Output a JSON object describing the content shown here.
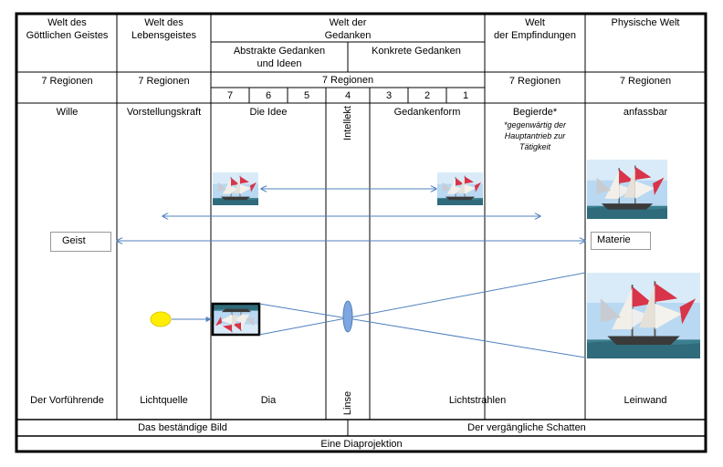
{
  "headers": {
    "divine": [
      "Welt des",
      "Göttlichen Geistes"
    ],
    "life": [
      "Welt des",
      "Lebensgeistes"
    ],
    "thought": [
      "Welt der",
      "Gedanken"
    ],
    "abstract": [
      "Abstrakte Gedanken",
      "und Ideen"
    ],
    "concrete": "Konkrete Gedanken",
    "feeling": [
      "Welt",
      "der Empfindungen"
    ],
    "physical": "Physische Welt"
  },
  "regions": {
    "divine": "7 Regionen",
    "life": "7 Regionen",
    "thought": "7 Regionen",
    "feeling": "7 Regionen",
    "physical": "7 Regionen"
  },
  "region_numbers": [
    "7",
    "6",
    "5",
    "4",
    "3",
    "2",
    "1"
  ],
  "attributes": {
    "will": "Wille",
    "imagination": "Vorstellungskraft",
    "idea": "Die Idee",
    "intellect": "Intellekt",
    "thought_form": "Gedankenform",
    "desire": "Begierde*",
    "desire_note": [
      "*gegenwärtig der",
      "Hauptantrieb zur",
      "Tätigkeit"
    ],
    "tangible": "anfassbar"
  },
  "labels": {
    "spirit": "Geist",
    "matter": "Materie"
  },
  "projection": {
    "projector": "Der Vorführende",
    "light_source": "Lichtquelle",
    "slide": "Dia",
    "lens": "Linse",
    "light_rays": "Lichtstrahlen",
    "screen": "Leinwand"
  },
  "footer": {
    "permanent": "Das beständige Bild",
    "transient": "Der vergängliche Schatten",
    "title": "Eine Diaprojektion"
  },
  "colors": {
    "arrow": "#4f81bd",
    "light": "#ffee00",
    "lens": "#7ea6e0",
    "sail": "#d8344a",
    "sea": "#3b7f8f",
    "sky": "#b9d8f2"
  },
  "icons": [
    "sailing-ship-image",
    "light-bulb-icon",
    "lens-icon"
  ]
}
